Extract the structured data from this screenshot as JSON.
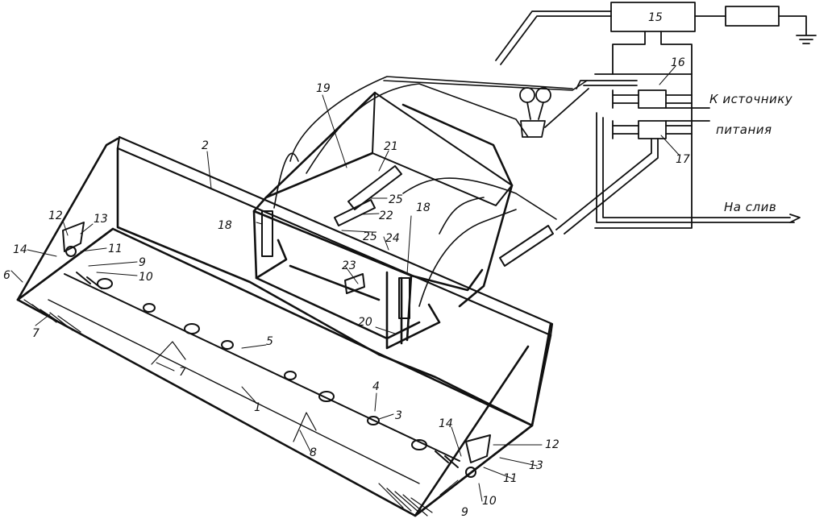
{
  "diagram": {
    "callouts": [
      "1",
      "2",
      "3",
      "4",
      "5",
      "6",
      "7",
      "7",
      "8",
      "9",
      "9",
      "10",
      "10",
      "11",
      "11",
      "12",
      "12",
      "13",
      "13",
      "14",
      "14",
      "15",
      "16",
      "17",
      "18",
      "18",
      "19",
      "20",
      "21",
      "22",
      "23",
      "24",
      "25",
      "25"
    ],
    "notes": {
      "to_source_line1": "К источнику",
      "to_source_line2": "питания",
      "to_drain": "На слив"
    }
  }
}
